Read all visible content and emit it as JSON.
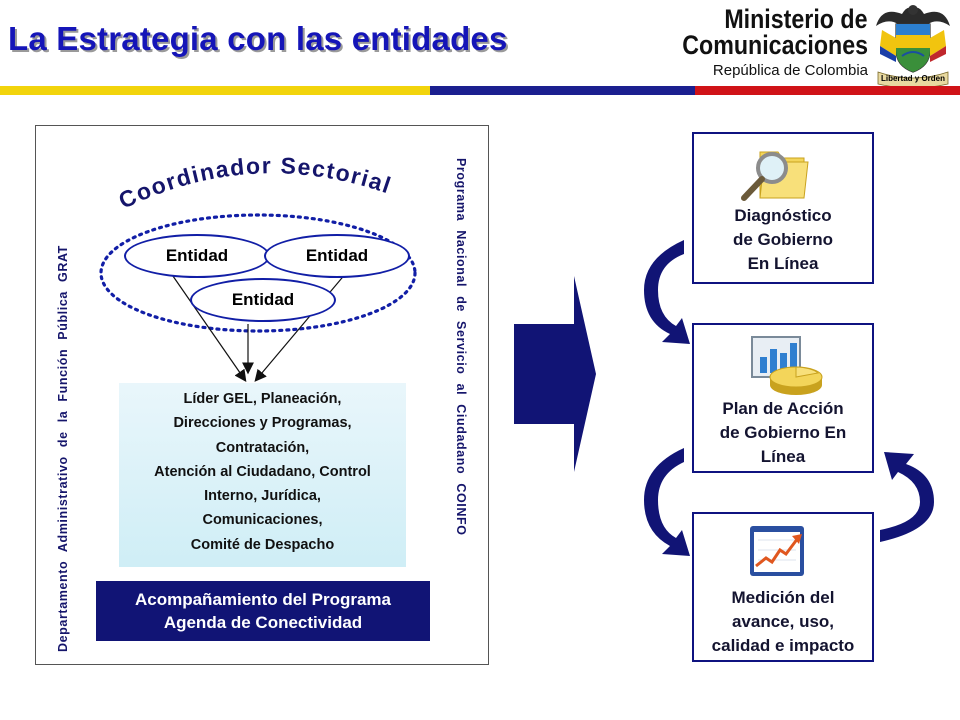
{
  "header": {
    "title": "La Estrategia con las entidades",
    "ministry_line1": "Ministerio de",
    "ministry_line2": "Comunicaciones",
    "ministry_line3": "República de Colombia",
    "crest_motto": "Libertad y Orden"
  },
  "colors": {
    "title_blue": "#1515b8",
    "stripe_yellow": "#f2d40c",
    "stripe_blue": "#1b1f8f",
    "stripe_red": "#d01318",
    "panel_navy": "#111475",
    "dotted_outline": "#111ea6"
  },
  "left_panel": {
    "vertical_left": "Departamento  Administrativo  de la Función  Pública      GRAT",
    "vertical_right": "Programa  Nacional  de Servicio  al Ciudadano      COINFO",
    "coordinator_title": "Coordinador Sectorial",
    "entities": [
      "Entidad",
      "Entidad",
      "Entidad"
    ],
    "roles": [
      "Líder GEL, Planeación,",
      "Direcciones  y Programas,",
      "Contratación,",
      "Atención  al Ciudadano,  Control",
      "Interno,  Jurídica,",
      "Comunicaciones,",
      "Comité  de Despacho"
    ],
    "agenda_line1": "Acompañamiento del Programa",
    "agenda_line2": "Agenda de Conectividad"
  },
  "cycle": {
    "steps": [
      {
        "lines": [
          "Diagnóstico",
          "de Gobierno",
          "En Línea"
        ],
        "icon": "magnifier-folder-icon"
      },
      {
        "lines": [
          "Plan de Acción",
          "de Gobierno En",
          "Línea"
        ],
        "icon": "chart-pie-icon"
      },
      {
        "lines": [
          "Medición del",
          "avance, uso,",
          "calidad e impacto"
        ],
        "icon": "trend-chart-icon"
      }
    ]
  }
}
